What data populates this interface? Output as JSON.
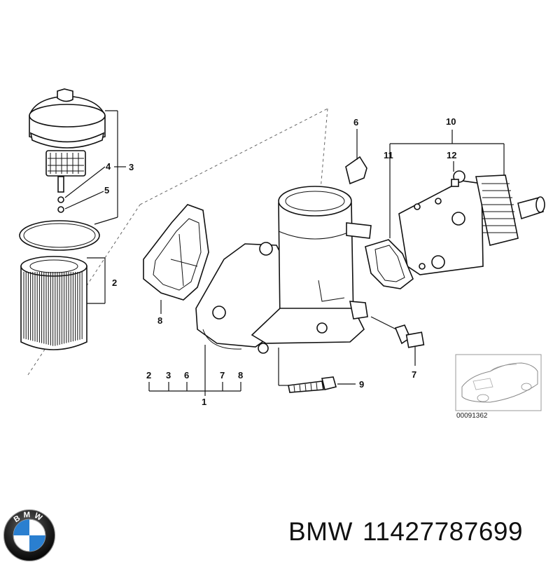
{
  "diagram": {
    "callouts": {
      "c1": "1",
      "c2": "2",
      "c3": "3",
      "c4": "4",
      "c5": "5",
      "c6": "6",
      "c7": "7",
      "c8": "8",
      "c9": "9",
      "c10": "10",
      "c11": "11",
      "c12": "12",
      "row_2": "2",
      "row_3": "3",
      "row_6": "6",
      "row_7": "7",
      "row_8": "8"
    },
    "thumbnail_code": "00091362"
  },
  "footer": {
    "brand": "BMW",
    "part_number": "11427787699"
  },
  "logo": {
    "letters": "BMW",
    "colors": {
      "blue": "#2a7fd0",
      "white": "#ffffff",
      "ring": "#111111"
    }
  }
}
